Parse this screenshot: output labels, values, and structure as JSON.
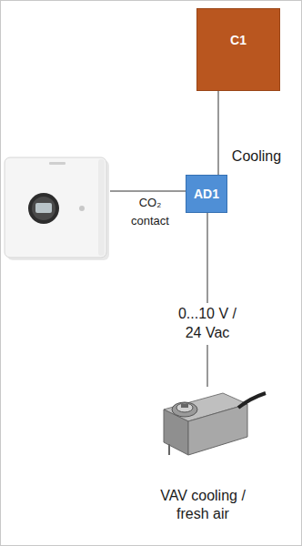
{
  "diagram": {
    "nodes": [
      {
        "text": [
          "C1"
        ]
      },
      {
        "text": [
          "AD1"
        ]
      },
      {
        "text": [
          "VAV cooling / fresh air"
        ]
      }
    ],
    "edges": [
      {
        "from": 0,
        "to": 1,
        "label": "Cooling",
        "arrow": "none"
      },
      {
        "from": 1,
        "to": 2,
        "label": "0...10 V / 24 Vac",
        "arrow": "none"
      }
    ],
    "labels": [
      "CO₂ contact"
    ]
  }
}
